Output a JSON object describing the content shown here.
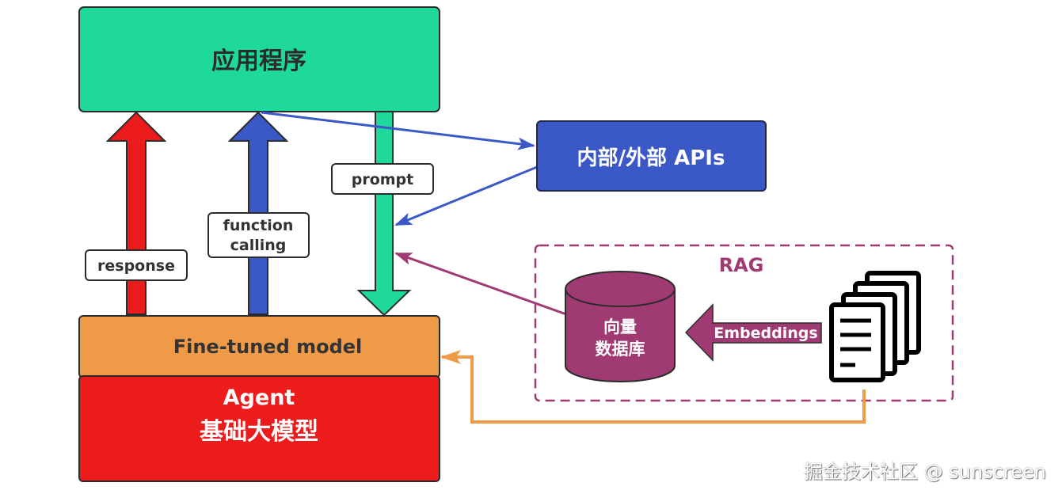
{
  "nodes": {
    "application": {
      "label": "应用程序",
      "color": "#1fd99c"
    },
    "apis": {
      "label": "内部/外部 APIs",
      "color": "#3b58c7"
    },
    "finetuned": {
      "label": "Fine-tuned model",
      "color": "#ef9a47"
    },
    "agent": {
      "title": "Agent",
      "subtitle": "基础大模型",
      "color": "#ec1c1c"
    },
    "rag": {
      "label": "RAG",
      "color": "#9e3b6e"
    },
    "vector_db": {
      "line1": "向量",
      "line2": "数据库",
      "color": "#a03a72"
    },
    "documents": {
      "icon": "documents-icon"
    }
  },
  "arrows": {
    "response": {
      "label": "response",
      "color": "#ec1c1c"
    },
    "function_calling": {
      "line1": "function",
      "line2": "calling",
      "color": "#3b58c7"
    },
    "prompt": {
      "label": "prompt",
      "color": "#1fd99c"
    },
    "embeddings": {
      "label": "Embeddings",
      "color": "#a03a72"
    },
    "feedback_color": "#ef9a47"
  },
  "watermark": "掘金技术社区 @ sunscreen"
}
